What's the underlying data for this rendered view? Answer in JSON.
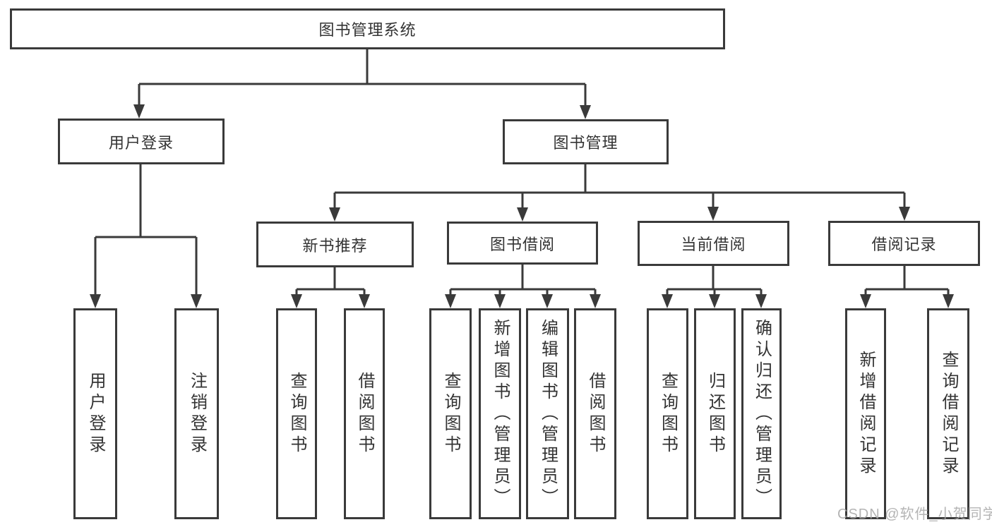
{
  "diagram": {
    "title": "图书管理系统",
    "level2": {
      "user_login": "用户登录",
      "book_mgmt": "图书管理"
    },
    "level3": {
      "new_book_rec": "新书推荐",
      "book_borrow": "图书借阅",
      "current_borrow": "当前借阅",
      "borrow_records": "借阅记录"
    },
    "leaves": {
      "user_login": "用户登录",
      "logout_login": "注销登录",
      "rec_query_book": "查询图书",
      "rec_borrow_book": "借阅图书",
      "borrow_query_book": "查询图书",
      "borrow_add_book": "新增图书（管理员）",
      "borrow_edit_book": "编辑图书（管理员）",
      "borrow_borrow_book": "借阅图书",
      "current_query_book": "查询图书",
      "current_return_book": "归还图书",
      "current_confirm_return": "确认归还（管理员）",
      "records_add_record": "新增借阅记录",
      "records_query_record": "查询借阅记录"
    }
  },
  "watermark": "CSDN @软件_小贺同学",
  "colors": {
    "line": "#3a3a3a",
    "text": "#333333",
    "background": "#ffffff",
    "watermark": "#a8a8a8"
  }
}
